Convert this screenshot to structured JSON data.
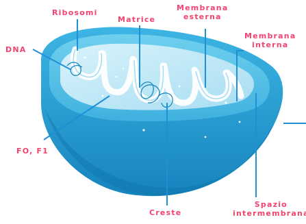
{
  "labels": {
    "ribosomi": "Ribosomi",
    "matrice": "Matrice",
    "membrana_esterna": [
      "Membrana",
      "esterna"
    ],
    "membrana_interna": [
      "Membrana",
      "interna"
    ],
    "dna": "DNA",
    "fo_f1": "FO, F1",
    "creste": "Creste",
    "spazio_intermembrana": [
      "Spazio",
      "intermembrana"
    ]
  },
  "colors": {
    "label_text": "#f3436f",
    "leader_line": "#1f8fd6",
    "outer_membrane": "#2aa5da",
    "outer_membrane_dark": "#1684bd",
    "intermembrane_space": "#5ec5e8",
    "matrix": "#c9ecf8",
    "cristae": "#e9f8fd",
    "dna_strand": "#1a8bbf"
  }
}
